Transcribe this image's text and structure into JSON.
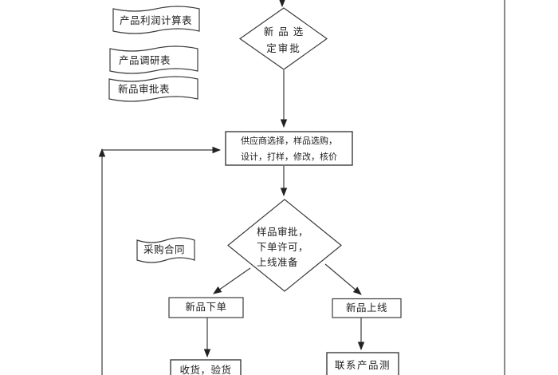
{
  "flowchart": {
    "documents": {
      "profit_table": "产品利润计算表",
      "research_table": "产品调研表",
      "approval_table": "新品审批表",
      "purchase_contract": "采购合同"
    },
    "decision_selection": {
      "line1": "新 品 选",
      "line2": "定审批"
    },
    "process_supplier": {
      "line1": "供应商选择，样品选购，",
      "line2": "设计，打样，修改，核价"
    },
    "decision_sample": {
      "line1": "样品审批，",
      "line2": "下单许可，",
      "line3": "上线准备"
    },
    "process_order": "新品下单",
    "process_launch": "新品上线",
    "process_receive": "收货，验货",
    "process_contact": "联系产品测"
  },
  "style": {
    "line_color": "#3c3c3c",
    "text_color": "#1c1c1c",
    "background": "#ffffff"
  }
}
